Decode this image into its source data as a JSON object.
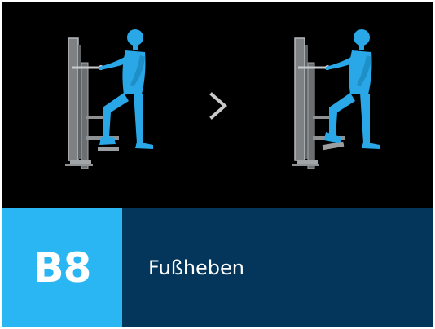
{
  "exercise": {
    "code": "B8",
    "name": "Fußheben"
  },
  "colors": {
    "background": "#000000",
    "code_box": "#29b6f2",
    "name_box": "#04365c",
    "figure": "#29a7e6",
    "machine": "#8e9295",
    "arrow": "#c9c9c9",
    "text": "#ffffff"
  },
  "illustration": {
    "start_figure": "person-standing-heel-down",
    "arrow_icon": "chevron-right-icon",
    "end_figure": "person-standing-heel-raised"
  }
}
